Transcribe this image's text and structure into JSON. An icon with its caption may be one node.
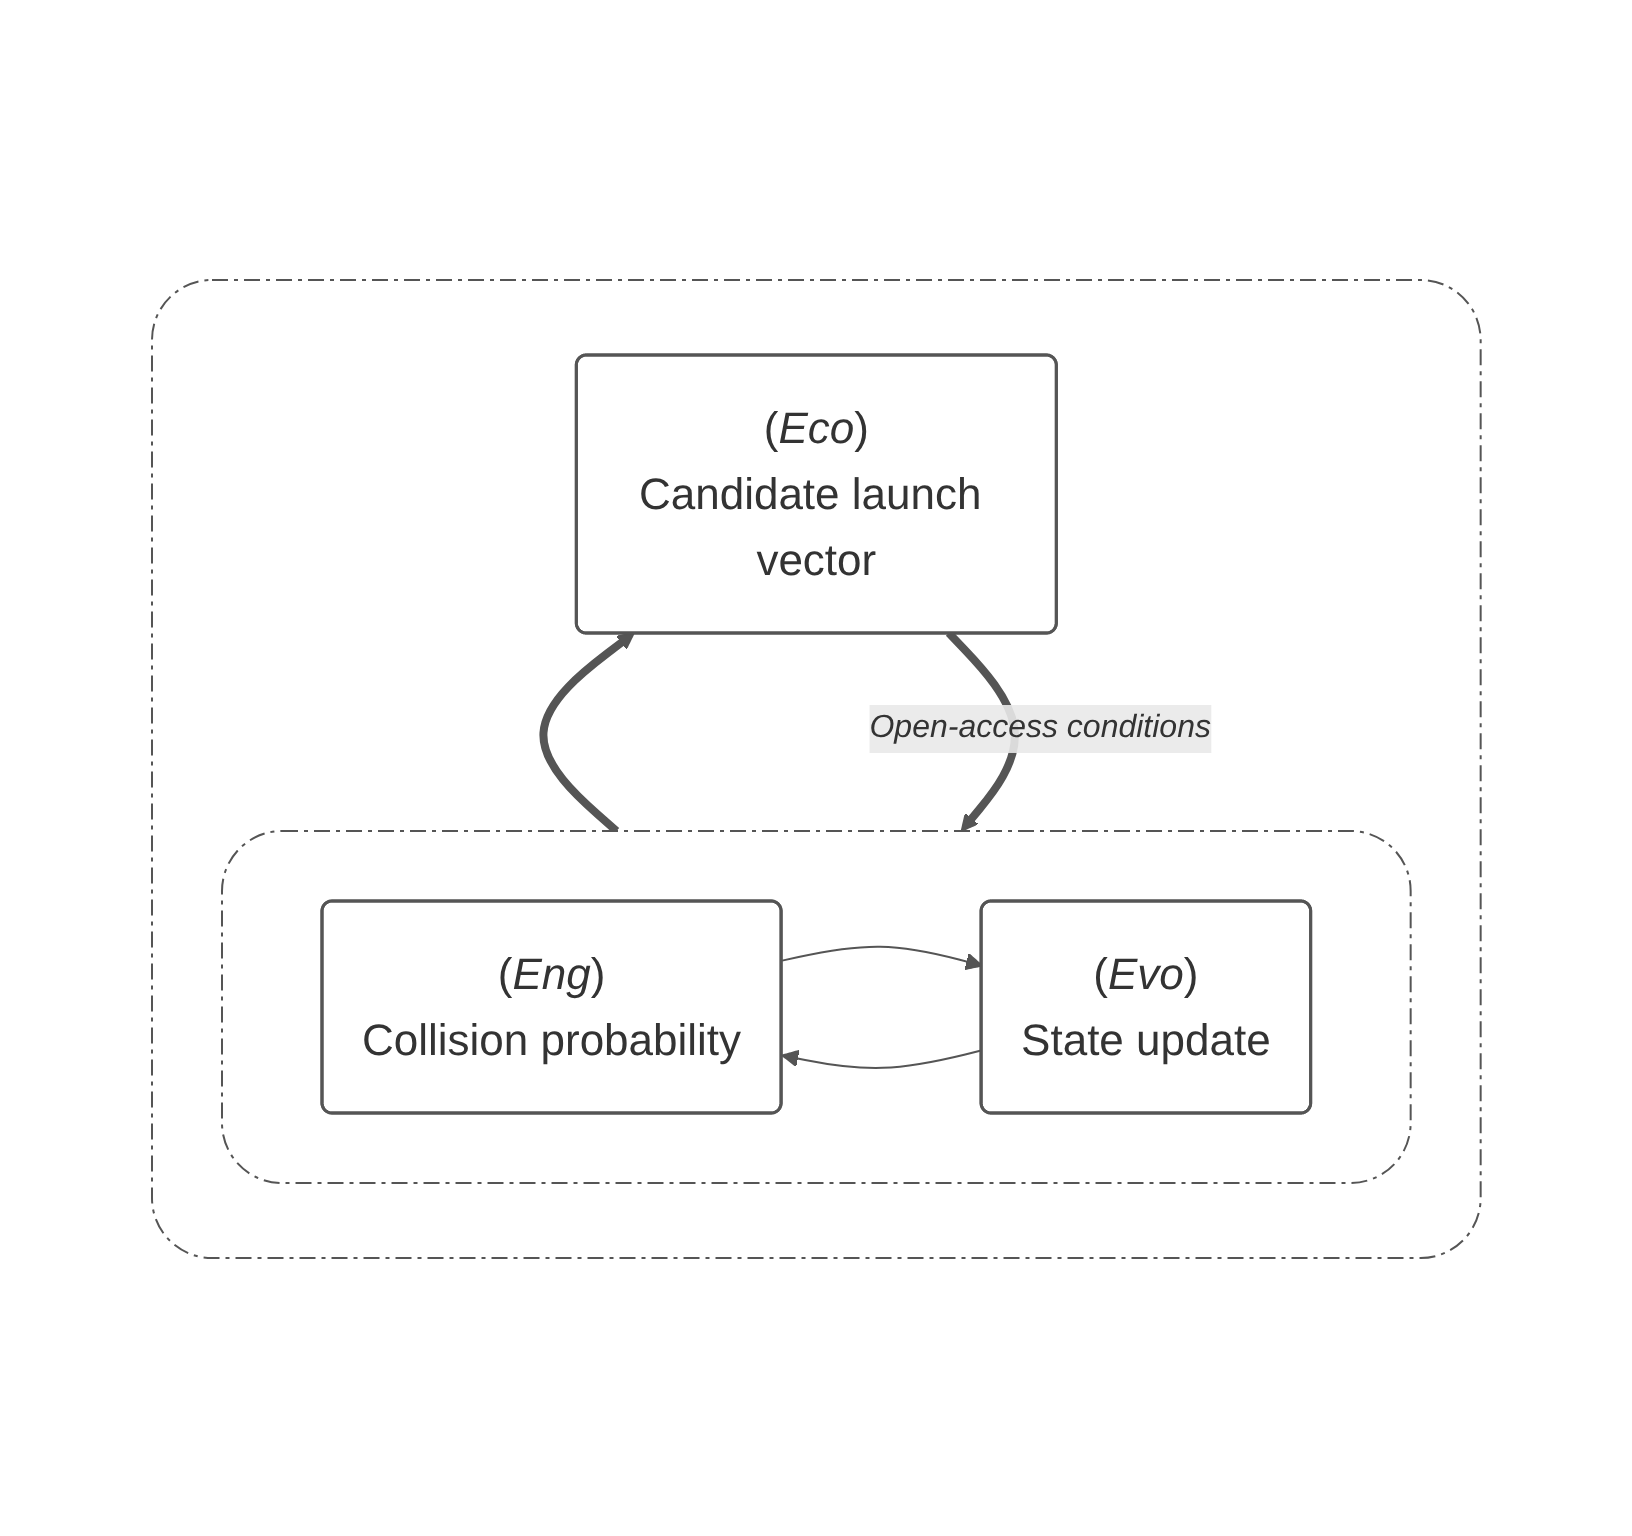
{
  "diagram": {
    "nodes": [
      {
        "text": [],
        "shape": "box"
      },
      {
        "text": [
          "(*Eco*)",
          "Candidate launch vector"
        ],
        "in": 0
      },
      {
        "text": [],
        "shape": "box",
        "in": 0
      },
      {
        "text": [
          "(*Eng*)",
          "Collision probability"
        ],
        "in": 2
      },
      {
        "text": [
          "(*Evo*)",
          "State update"
        ],
        "in": 2
      }
    ],
    "edges": [
      {
        "from": 1,
        "to": 2,
        "arrow": "to",
        "style": "thick",
        "label": "Open-access conditions"
      },
      {
        "from": 2,
        "to": 1,
        "arrow": "to",
        "style": "thick"
      },
      {
        "from": 3,
        "to": 4,
        "arrow": "to"
      },
      {
        "from": 4,
        "to": 3,
        "arrow": "to"
      }
    ]
  }
}
